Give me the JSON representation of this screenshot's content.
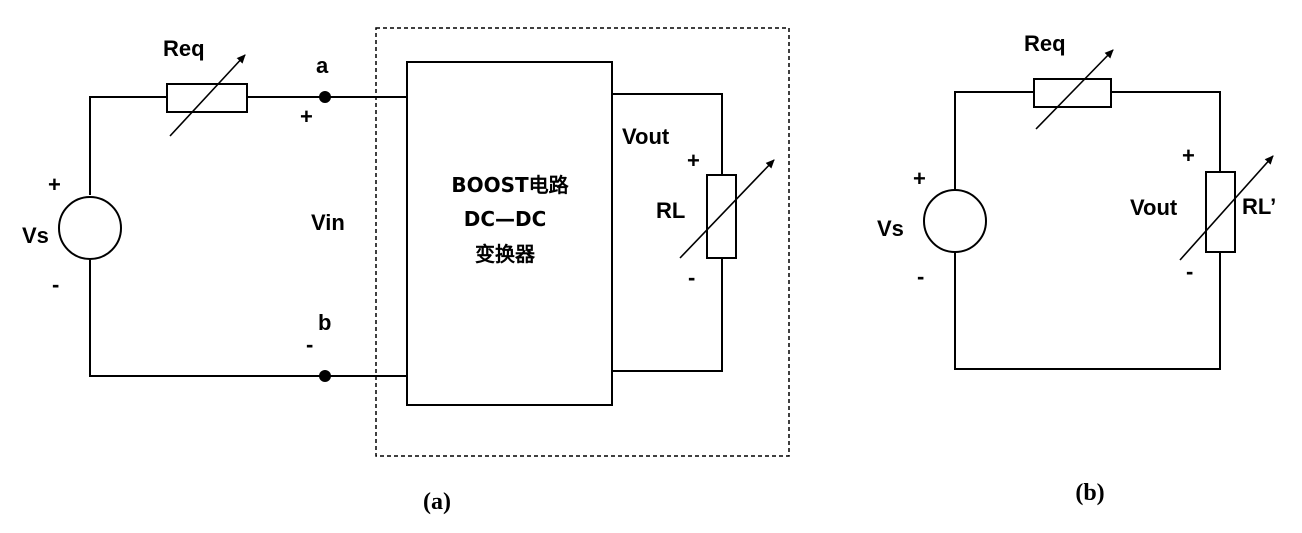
{
  "diagram_a": {
    "source_label": "Vs",
    "source_plus": "+",
    "source_minus": "-",
    "resistor_label": "Req",
    "node_a": "a",
    "node_b": "b",
    "in_plus": "+",
    "in_minus": "-",
    "vin_label": "Vin",
    "converter_lines": [
      "BOOST电路",
      "DC—DC",
      "变换器"
    ],
    "vout_label": "Vout",
    "out_plus": "+",
    "out_minus": "-",
    "load_label": "RL",
    "caption": "(a)"
  },
  "diagram_b": {
    "source_label": "Vs",
    "source_plus": "+",
    "source_minus": "-",
    "resistor_label": "Req",
    "vout_label": "Vout",
    "out_plus": "+",
    "out_minus": "-",
    "load_label": "RL’",
    "caption": "(b)"
  }
}
